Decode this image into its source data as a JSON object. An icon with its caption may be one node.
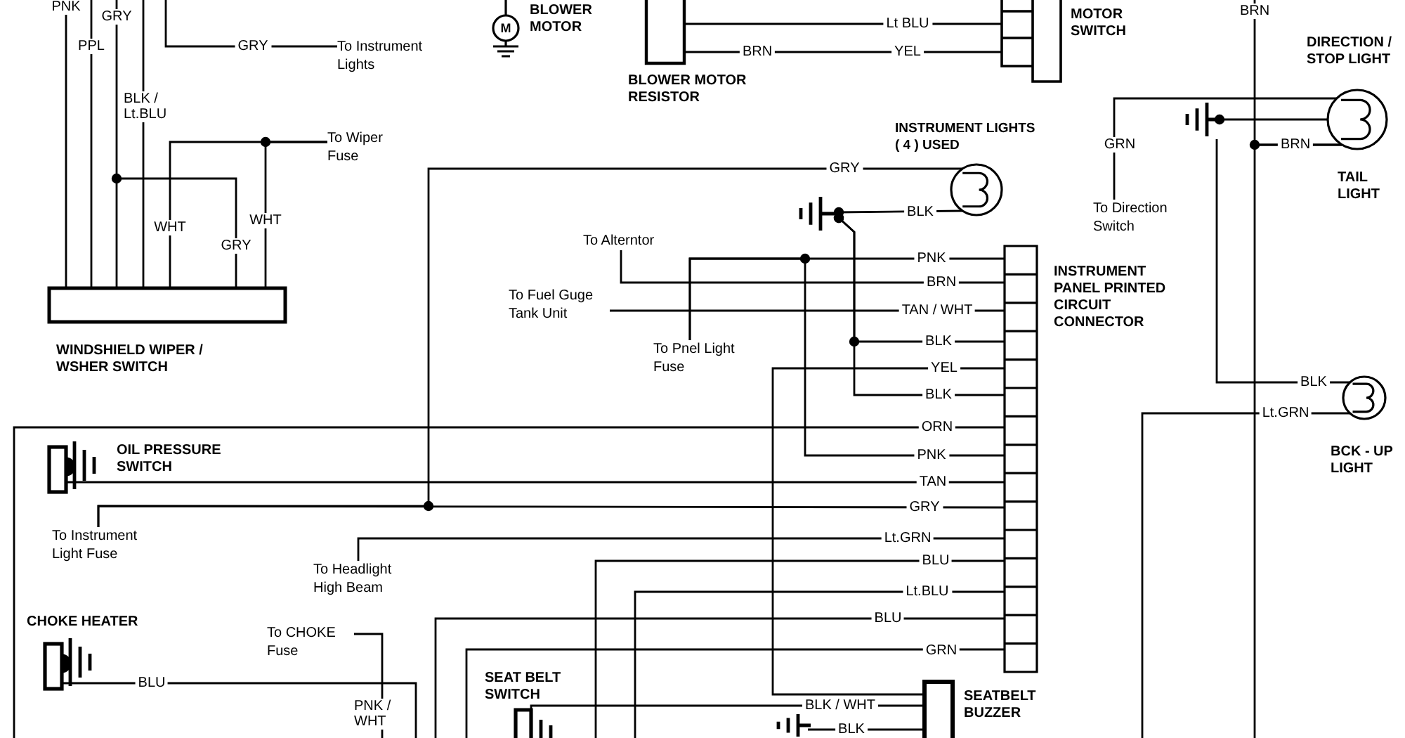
{
  "diagram": {
    "nodes": [
      {
        "text": [
          "M",
          "BLOWER MOTOR"
        ]
      },
      {
        "text": [
          "BLOWER MOTOR RESISTOR"
        ]
      },
      {
        "text": [
          "MOTOR SWITCH"
        ]
      },
      {
        "text": [
          "To Instrument Lights"
        ]
      },
      {
        "text": [
          "WINDSHIELD WIPER / WSHER SWITCH"
        ]
      },
      {
        "text": [
          "To Wiper Fuse"
        ]
      },
      {
        "text": [
          "INSTRUMENT LIGHTS ( 4 ) USED"
        ]
      },
      {
        "text": [],
        "shape": "ground"
      },
      {
        "text": [
          "To Alterntor"
        ]
      },
      {
        "text": [
          "To Fuel Guge Tank Unit"
        ]
      },
      {
        "text": [
          "To Pnel Light Fuse"
        ]
      },
      {
        "text": [
          "INSTRUMENT PANEL PRINTED CIRCUIT CONNECTOR"
        ]
      },
      {
        "text": [
          "DIRECTION / STOP LIGHT",
          "TAIL LIGHT"
        ]
      },
      {
        "text": [],
        "shape": "ground"
      },
      {
        "text": [
          "To Direction Switch"
        ]
      },
      {
        "text": [
          "BCK - UP LIGHT"
        ]
      },
      {
        "text": [
          "OIL PRESSURE SWITCH"
        ]
      },
      {
        "text": [
          "To Instrument Light Fuse"
        ]
      },
      {
        "text": [
          "To Headlight High Beam"
        ]
      },
      {
        "text": [
          "CHOKE HEATER"
        ]
      },
      {
        "text": [
          "To CHOKE Fuse"
        ]
      },
      {
        "text": [
          "SEAT BELT SWITCH"
        ]
      },
      {
        "text": [
          "SEATBELT BUZZER"
        ]
      },
      {
        "text": [],
        "shape": "ground"
      }
    ],
    "edges": [
      {
        "from": null,
        "to": 4,
        "arrow": "none",
        "label": "PNK"
      },
      {
        "from": null,
        "to": 4,
        "arrow": "none",
        "label": "PPL"
      },
      {
        "from": null,
        "to": 4,
        "arrow": "none",
        "label": "GRY"
      },
      {
        "from": null,
        "to": 4,
        "arrow": "none",
        "label": "BLK / Lt.BLU"
      },
      {
        "from": null,
        "to": 3,
        "arrow": "none",
        "label": "GRY"
      },
      {
        "from": 5,
        "to": 4,
        "arrow": "none",
        "label": "WHT"
      },
      {
        "from": 5,
        "to": 4,
        "arrow": "none",
        "label": "WHT"
      },
      {
        "from": null,
        "to": 4,
        "arrow": "other",
        "label": "GRY"
      },
      {
        "from": 1,
        "to": 2,
        "arrow": "none",
        "label": "Lt BLU"
      },
      {
        "from": 1,
        "to": 2,
        "arrow": "none",
        "label": "BRN"
      },
      {
        "from": 17,
        "to": 6,
        "arrow": "none",
        "label": "GRY"
      },
      {
        "from": 17,
        "to": 11,
        "arrow": "none",
        "label": "GRY"
      },
      {
        "from": 7,
        "to": 6,
        "arrow": "other",
        "label": "BLK"
      },
      {
        "from": 7,
        "to": 11,
        "arrow": "other",
        "label": "BLK"
      },
      {
        "from": 7,
        "to": 11,
        "arrow": "other",
        "label": "BLK"
      },
      {
        "from": 10,
        "to": 11,
        "arrow": "none",
        "label": "PNK"
      },
      {
        "from": 10,
        "to": 11,
        "arrow": "none",
        "label": "PNK"
      },
      {
        "from": 8,
        "to": 11,
        "arrow": "none",
        "label": "BRN"
      },
      {
        "from": 9,
        "to": 11,
        "arrow": "none",
        "label": "TAN / WHT"
      },
      {
        "from": 11,
        "to": 22,
        "arrow": "none",
        "label": "YEL"
      },
      {
        "from": null,
        "to": 11,
        "arrow": "none",
        "label": "ORN"
      },
      {
        "from": 16,
        "to": 11,
        "arrow": "none",
        "label": "TAN"
      },
      {
        "from": 18,
        "to": 11,
        "arrow": "none",
        "label": "Lt.GRN"
      },
      {
        "from": null,
        "to": 11,
        "arrow": "none",
        "label": "BLU"
      },
      {
        "from": null,
        "to": 11,
        "arrow": "none",
        "label": "Lt.BLU"
      },
      {
        "from": null,
        "to": 11,
        "arrow": "none",
        "label": "BLU"
      },
      {
        "from": null,
        "to": 11,
        "arrow": "none",
        "label": "GRN"
      },
      {
        "from": 19,
        "to": null,
        "arrow": "none",
        "label": "BLU"
      },
      {
        "from": 20,
        "to": null,
        "arrow": "none",
        "label": "PNK / WHT"
      },
      {
        "from": 21,
        "to": 22,
        "arrow": "none",
        "label": "BLK / WHT"
      },
      {
        "from": 13,
        "to": 12,
        "arrow": "other"
      },
      {
        "from": 13,
        "to": 15,
        "arrow": "none",
        "label": "BLK"
      },
      {
        "from": 14,
        "to": 12,
        "arrow": "none",
        "label": "GRN"
      },
      {
        "from": null,
        "to": 12,
        "arrow": "none",
        "label": "BRN"
      },
      {
        "from": null,
        "to": 12,
        "arrow": "none"
      },
      {
        "from": null,
        "to": 15,
        "arrow": "none",
        "label": "Lt.GRN"
      },
      {
        "from": 23,
        "to": 22,
        "arrow": "none",
        "label": "BLK"
      }
    ],
    "labels": [
      "YEL",
      "BRN"
    ]
  }
}
